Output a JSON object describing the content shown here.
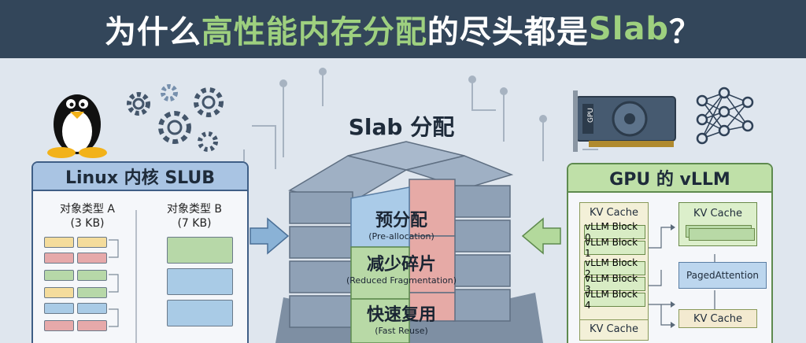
{
  "header": {
    "title_prefix": "为什么",
    "title_highlight": "高性能内存分配",
    "title_middle": "的尽头都是 ",
    "title_slab": "Slab",
    "title_suffix": "？"
  },
  "colors": {
    "header_bg": "#33465a",
    "highlight_green": "#9ed07f",
    "linux_accent": "#a9c4e3",
    "gpu_accent": "#bfe0a8"
  },
  "center": {
    "title": "Slab 分配",
    "features": [
      {
        "label": "预分配",
        "sub": "(Pre-allocation)"
      },
      {
        "label": "减少碎片",
        "sub": "(Reduced Fragmentation)"
      },
      {
        "label": "快速复用",
        "sub": "(Fast Reuse)"
      }
    ]
  },
  "left": {
    "title": "Linux 内核 SLUB",
    "type_a": {
      "name": "对象类型 A",
      "size": "(3 KB)"
    },
    "type_b": {
      "name": "对象类型 B",
      "size": "(7 KB)"
    }
  },
  "right": {
    "title": "GPU 的 vLLM",
    "kv_cache_top": "KV Cache",
    "blocks": [
      "vLLM Block 0",
      "vLLM Block 1",
      "vLLM Block 2",
      "vLLM Block 3",
      "vLLM Block 4"
    ],
    "kv_cache_bottom": "KV Cache",
    "kv_cache_right_top": "KV Cache",
    "paged_attention": "PagedAttention",
    "kv_cache_right_bottom": "KV Cache"
  },
  "icons": {
    "linux": "penguin-icon",
    "gears": "gears-icon",
    "gpu": "gpu-card-icon",
    "network": "neural-network-icon",
    "gpu_card_text": "GPU"
  }
}
